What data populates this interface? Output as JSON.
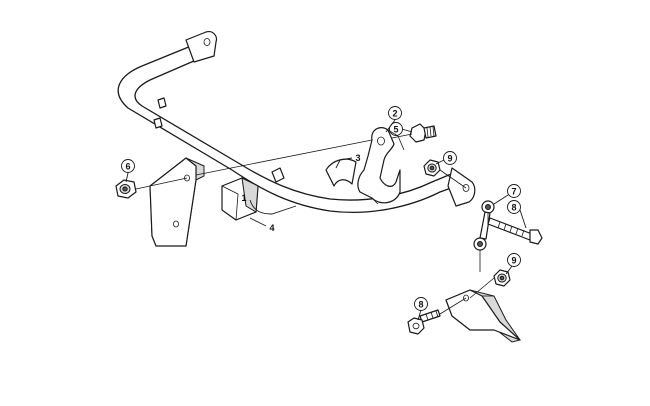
{
  "callouts": {
    "c1": "1",
    "c2": "2",
    "c3": "3",
    "c4": "4",
    "c5": "5",
    "c6": "6",
    "c7": "7",
    "c8a": "8",
    "c8b": "8",
    "c9a": "9",
    "c9b": "9"
  }
}
